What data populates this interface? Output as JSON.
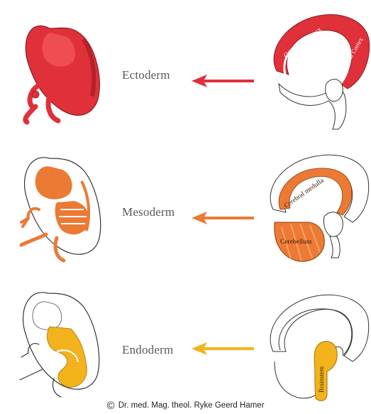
{
  "rows": [
    {
      "layer": "Ectoderm",
      "color": "#e0303a",
      "brain_labels": [
        "Cerebral Cortex",
        "Cerebral Cortex"
      ]
    },
    {
      "layer": "Mesoderm",
      "color": "#ec7a34",
      "brain_labels": [
        "Cerebral medulla",
        "Cerebellum"
      ]
    },
    {
      "layer": "Endoderm",
      "color": "#f2b31c",
      "brain_labels": [
        "Brainstem"
      ]
    }
  ],
  "copyright": {
    "symbol": "©",
    "text": "Dr. med. Mag. theol. Ryke Geerd Hamer"
  }
}
